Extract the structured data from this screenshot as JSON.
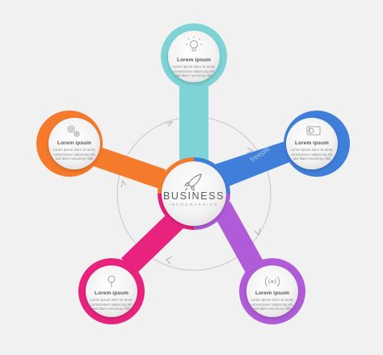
{
  "hub": {
    "title": "BUSINESS",
    "subtitle": "INFOGRAPHICS",
    "icon": "rocket-icon"
  },
  "watermark": "freepik",
  "nodes": [
    {
      "id": "top",
      "color": "#7dd3d6",
      "icon": "lightbulb-icon",
      "title": "Lorem ipsum",
      "body": [
        "Lorem ipsum dolor sit amet,",
        "consectetuer adipiscing elit,",
        "sed diam nonummy nibh"
      ]
    },
    {
      "id": "right",
      "color": "#3f7fd9",
      "icon": "money-icon",
      "title": "Lorem ipsum",
      "body": [
        "Lorem ipsum dolor sit amet,",
        "consectetuer adipiscing elit,",
        "sed diam nonummy nibh"
      ]
    },
    {
      "id": "bottom-right",
      "color": "#b05bd8",
      "icon": "signal-icon",
      "title": "Lorem ipsum",
      "body": [
        "Lorem ipsum dolor sit amet,",
        "consectetuer adipiscing elit,",
        "sed diam nonummy nibh"
      ]
    },
    {
      "id": "bottom-left",
      "color": "#e8237e",
      "icon": "magnifier-icon",
      "title": "Lorem ipsum",
      "body": [
        "Lorem ipsum dolor sit amet,",
        "consectetuer adipiscing elit,",
        "sed diam nonummy nibh"
      ]
    },
    {
      "id": "left",
      "color": "#f57a2b",
      "icon": "gears-icon",
      "title": "Lorem ipsum",
      "body": [
        "Lorem ipsum dolor sit amet,",
        "consectetuer adipiscing elit,",
        "sed diam nonummy nibh"
      ]
    }
  ]
}
